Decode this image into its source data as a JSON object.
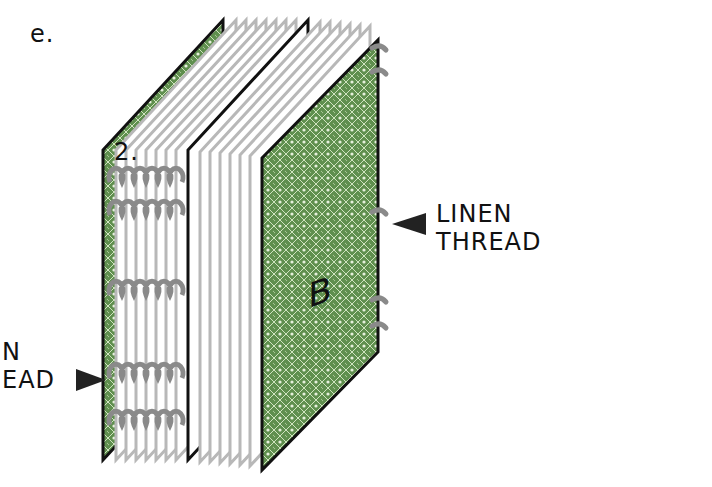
{
  "diagram": {
    "nodes": [
      {
        "text": [
          "B"
        ]
      }
    ],
    "labels": [
      "e.",
      "2.",
      "LINEN THREAD",
      "N EAD"
    ]
  }
}
